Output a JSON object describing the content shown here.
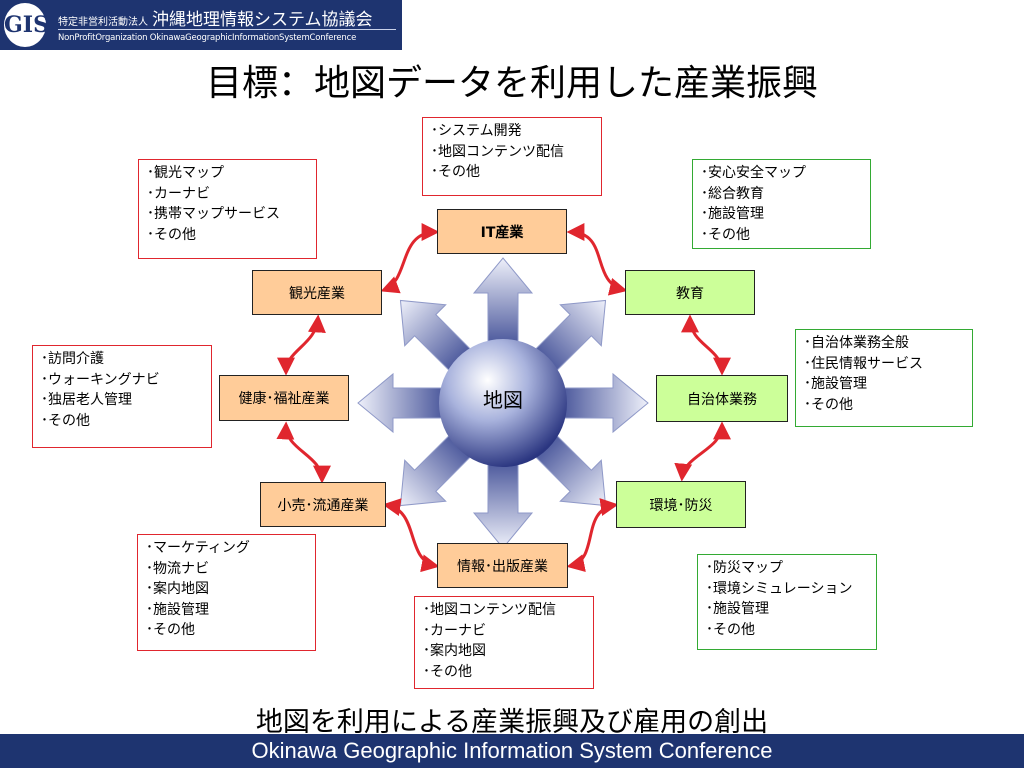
{
  "header": {
    "logo_text": "GIS",
    "org_prefix": "特定非営利活動法人",
    "org_name": "沖縄地理情報システム協議会",
    "org_english": "NonProfitOrganization OkinawaGeographicInformationSystemConference"
  },
  "title": "目標：地図データを利用した産業振興",
  "center": {
    "label": "地図"
  },
  "nodes": {
    "it": "IT産業",
    "education": "教育",
    "local_gov": "自治体業務",
    "environment": "環境･防災",
    "publishing": "情報･出版産業",
    "retail": "小売･流通産業",
    "health": "健康･福祉産業",
    "tourism": "観光産業"
  },
  "notes": {
    "it": [
      "･システム開発",
      "･地図コンテンツ配信",
      "･その他"
    ],
    "education": [
      "･安心安全マップ",
      "･総合教育",
      "･施設管理",
      "･その他"
    ],
    "local_gov": [
      "･自治体業務全般",
      "･住民情報サービス",
      "･施設管理",
      "･その他"
    ],
    "environment": [
      "･防災マップ",
      "･環境シミュレーション",
      "･施設管理",
      "･その他"
    ],
    "publishing": [
      "･地図コンテンツ配信",
      "･カーナビ",
      "･案内地図",
      "･その他"
    ],
    "retail": [
      "･マーケティング",
      "･物流ナビ",
      "･案内地図",
      "･施設管理",
      "･その他"
    ],
    "health": [
      "･訪問介護",
      "･ウォーキングナビ",
      "･独居老人管理",
      "･その他"
    ],
    "tourism": [
      "･観光マップ",
      "･カーナビ",
      "･携帯マップサービス",
      "･その他"
    ]
  },
  "subtitle": "地図を利用による産業振興及び雇用の創出",
  "footer": "Okinawa Geographic Information System Conference",
  "colors": {
    "banner": "#1e3470",
    "node_orange": "#ffcc99",
    "node_green": "#ccff99",
    "connector_red": "#e0262e",
    "note_border_red": "#e0262e",
    "note_border_green": "#33aa33",
    "arrow_blue": "#6a78b8"
  }
}
